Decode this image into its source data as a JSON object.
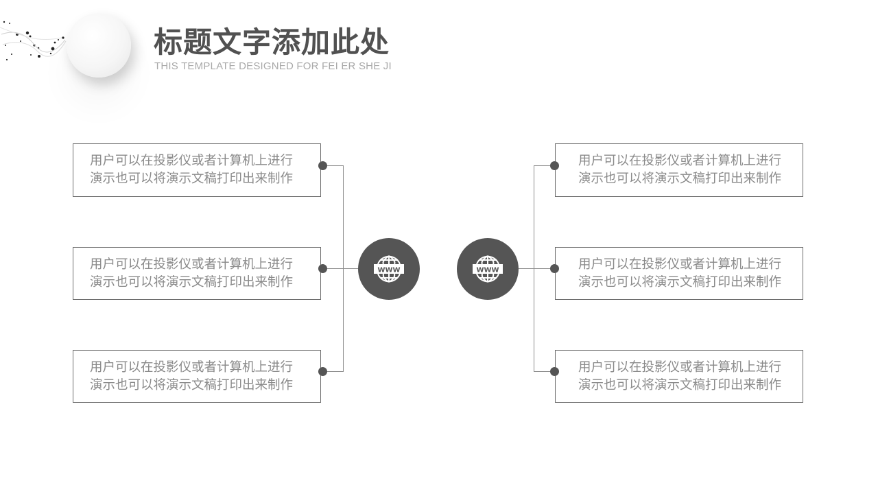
{
  "header": {
    "title": "标题文字添加此处",
    "subtitle": "THIS TEMPLATE DESIGNED FOR FEI ER SHE JI"
  },
  "colors": {
    "title": "#515151",
    "subtitle": "#a9a9a9",
    "hub": "#555555",
    "box_border": "#6b6b6b",
    "box_text": "#8a8a8a"
  },
  "left_hub": {
    "icon": "www-globe-icon"
  },
  "right_hub": {
    "icon": "www-globe-icon"
  },
  "left_boxes": [
    {
      "line1": "用户可以在投影仪或者计算机上进行",
      "line2": "演示也可以将演示文稿打印出来制作"
    },
    {
      "line1": "用户可以在投影仪或者计算机上进行",
      "line2": "演示也可以将演示文稿打印出来制作"
    },
    {
      "line1": "用户可以在投影仪或者计算机上进行",
      "line2": "演示也可以将演示文稿打印出来制作"
    }
  ],
  "right_boxes": [
    {
      "line1": "用户可以在投影仪或者计算机上进行",
      "line2": "演示也可以将演示文稿打印出来制作"
    },
    {
      "line1": "用户可以在投影仪或者计算机上进行",
      "line2": "演示也可以将演示文稿打印出来制作"
    },
    {
      "line1": "用户可以在投影仪或者计算机上进行",
      "line2": "演示也可以将演示文稿打印出来制作"
    }
  ]
}
